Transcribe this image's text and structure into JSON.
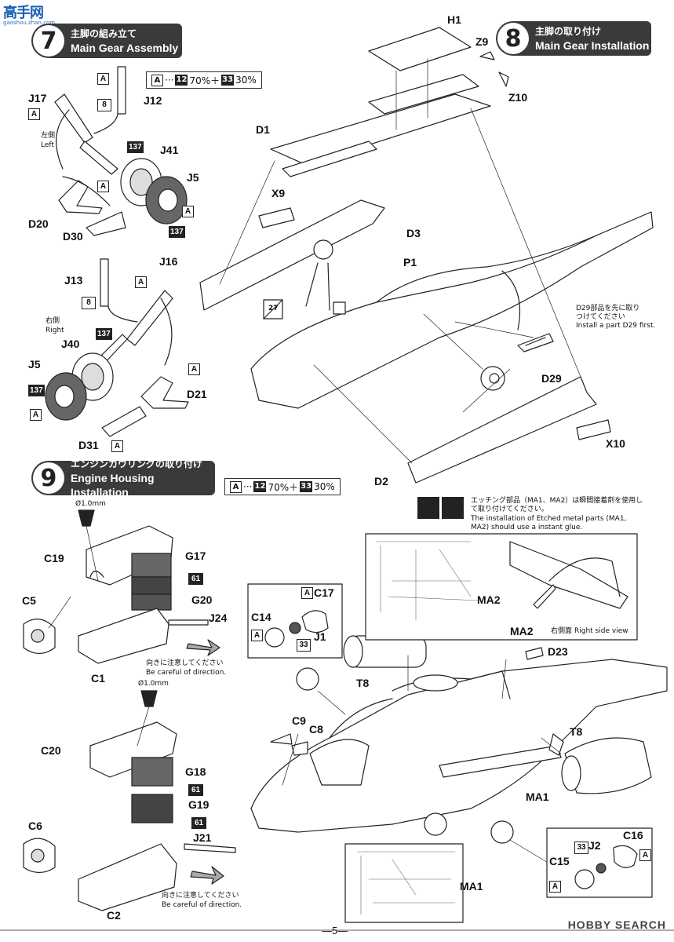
{
  "watermark_top": {
    "brand": "高手网",
    "url": "gaoshou.zhan.com"
  },
  "footer": {
    "page": "—5—",
    "watermark": "HOBBY SEARCH"
  },
  "steps": [
    {
      "num": "7",
      "jp": "主脚の組み立て",
      "en": "Main Gear Assembly"
    },
    {
      "num": "8",
      "jp": "主脚の取り付け",
      "en": "Main Gear Installation"
    },
    {
      "num": "9",
      "jp": "エンジンカウリングの取り付け",
      "en": "Engine Housing Installation"
    }
  ],
  "paint_mix": {
    "letter": "A",
    "text1": "···",
    "color1": "12",
    "pct1": "70%＋",
    "color2": "33",
    "pct2": "30%"
  },
  "sides": {
    "left_jp": "左側",
    "left_en": "Left",
    "right_jp": "右側",
    "right_en": "Right"
  },
  "drill": "Ø1.0mm",
  "direction_note": {
    "jp": "向きに注意してください",
    "en": "Be careful of direction."
  },
  "d29_note": {
    "jp": "D29部品を先に取りつけてください",
    "en": "Install a part D29 first."
  },
  "etch_note": {
    "jp": "エッチング部品（MA1、MA2）は瞬間接着剤を使用して取り付けてください。",
    "en": "The installation of Etched metal parts (MA1, MA2) should use a instant glue."
  },
  "right_side_view": {
    "jp": "右側面",
    "en": "Right side view"
  },
  "parts": {
    "H1": "H1",
    "Z9": "Z9",
    "Z10": "Z10",
    "D1": "D1",
    "X9": "X9",
    "D3": "D3",
    "P1": "P1",
    "D29": "D29",
    "X10": "X10",
    "D2": "D2",
    "J17": "J17",
    "J12": "J12",
    "J41": "J41",
    "J5a": "J5",
    "D20": "D20",
    "D30": "D30",
    "J16": "J16",
    "J13": "J13",
    "J40": "J40",
    "J5b": "J5",
    "D21": "D21",
    "D31": "D31",
    "C19": "C19",
    "G17": "G17",
    "G20": "G20",
    "J24": "J24",
    "C5": "C5",
    "C1": "C1",
    "C20": "C20",
    "G18": "G18",
    "G19": "G19",
    "J21": "J21",
    "C6": "C6",
    "C2": "C2",
    "C17": "C17",
    "C14": "C14",
    "J1": "J1",
    "T8a": "T8",
    "T8b": "T8",
    "D23": "D23",
    "C9": "C9",
    "C8": "C8",
    "MA2a": "MA2",
    "MA2b": "MA2",
    "MA1a": "MA1",
    "MA1b": "MA1",
    "C16": "C16",
    "J2": "J2",
    "C15": "C15"
  },
  "paint_tags": {
    "A": "A",
    "c137": "137",
    "c61": "61",
    "c33": "33",
    "n8": "8",
    "no_glue": "27"
  }
}
